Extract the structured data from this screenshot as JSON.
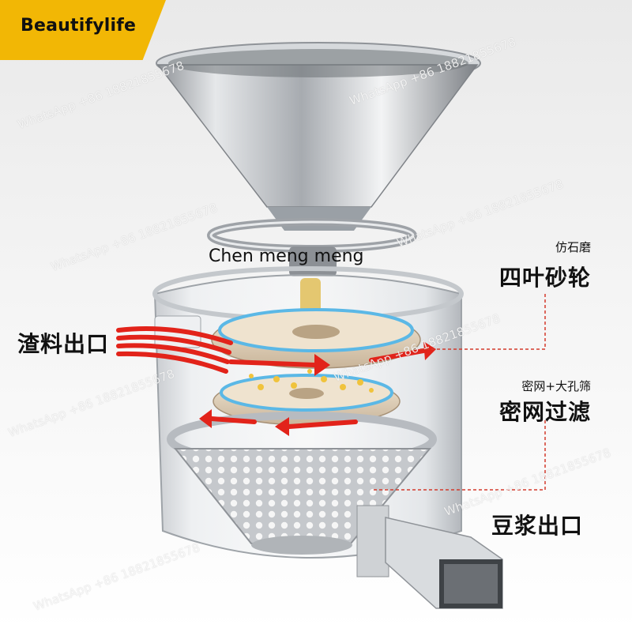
{
  "brand": {
    "name": "Beautifylife",
    "color": "#f2b705"
  },
  "watermark": {
    "text": "WhatsApp +86 18821855678"
  },
  "caption": "Chen meng meng",
  "labels": {
    "grinder_top": "仿石磨",
    "grinder_main": "四叶砂轮",
    "residue_outlet": "渣料出口",
    "filter_top": "密网+大孔筛",
    "filter_main": "密网过滤",
    "milk_outlet": "豆浆出口"
  },
  "colors": {
    "arrow": "#e2231a",
    "steel": "#b9bcc1",
    "stone": "#e6d8c2",
    "leader": "#d33a2c"
  }
}
